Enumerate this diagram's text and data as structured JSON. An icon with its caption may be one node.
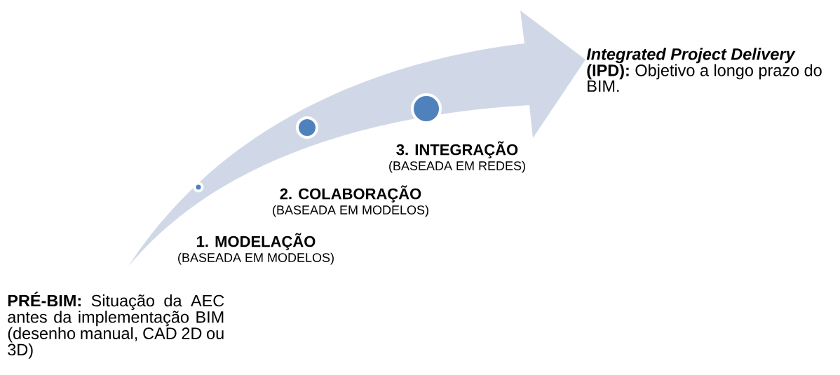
{
  "diagram": {
    "nodes": [
      {
        "text": [
          "**PRÉ-BIM:** Situação da AEC antes da implementação BIM (desenho manual, CAD 2D ou 3D)"
        ]
      },
      {
        "text": [
          "1. MODELAÇÃO",
          "(BASEADA EM MODELOS)"
        ]
      },
      {
        "text": [
          "2. COLABORAÇÃO",
          "(BASEADA EM MODELOS)"
        ]
      },
      {
        "text": [
          "3. INTEGRAÇÃO",
          "(BASEADA EM REDES)"
        ]
      },
      {
        "text": [
          "***Integrated Project Delivery* (IPD):** Objetivo a longo prazo do BIM."
        ]
      },
      {
        "text": [],
        "shape": "circle"
      },
      {
        "text": [],
        "shape": "circle"
      },
      {
        "text": [],
        "shape": "circle"
      }
    ],
    "edges": [
      {
        "from": 0,
        "to": 4,
        "arrow": "to"
      }
    ]
  }
}
